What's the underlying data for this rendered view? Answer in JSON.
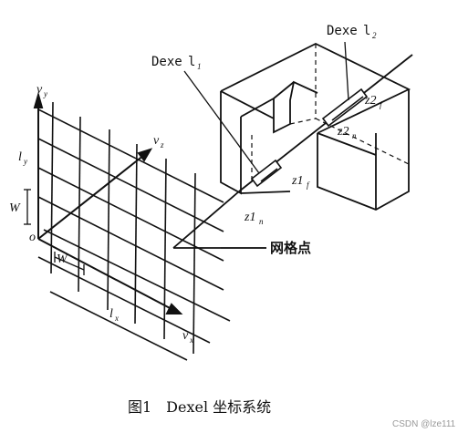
{
  "labels": {
    "vy": "v",
    "vy_sub": "y",
    "vz": "v",
    "vz_sub": "z",
    "vx": "v",
    "vx_sub": "x",
    "ly": "l",
    "ly_sub": "y",
    "lx": "l",
    "lx_sub": "x",
    "w_left": "W",
    "w_bottom": "W",
    "origin": "o"
  },
  "dexels": {
    "dexel1": "Dexe",
    "dexel1_l": "l",
    "dexel1_sub": "1",
    "dexel2": "Dexe",
    "dexel2_l": "l",
    "dexel2_sub": "2",
    "z1n": "z1",
    "z1n_sub": "n",
    "z1f": "z1",
    "z1f_sub": "f",
    "z2n": "z2",
    "z2n_sub": "n",
    "z2f": "z2",
    "z2f_sub": "f"
  },
  "grid_point_label": "网格点",
  "caption": "图1　Dexel 坐标系统",
  "watermark": "CSDN @lze111"
}
